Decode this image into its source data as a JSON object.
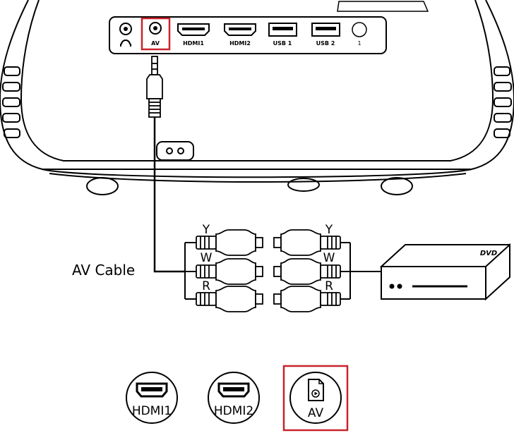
{
  "ports": {
    "headphone_icon": "headphone-icon",
    "av": "AV",
    "hdmi1": "HDMI1",
    "hdmi2": "HDMI2",
    "usb1": "USB 1",
    "usb2": "USB 2",
    "one": "1"
  },
  "cable": {
    "label": "AV Cable",
    "plug_left": [
      "Y",
      "W",
      "R"
    ],
    "plug_right": [
      "Y",
      "W",
      "R"
    ]
  },
  "dvd": {
    "label": "DVD"
  },
  "sources": [
    {
      "label": "HDMI1",
      "icon": "hdmi-icon",
      "selected": false
    },
    {
      "label": "HDMI2",
      "icon": "hdmi-icon",
      "selected": false
    },
    {
      "label": "AV",
      "icon": "av-file-icon",
      "selected": true
    }
  ],
  "colors": {
    "highlight": "#c8242b",
    "line": "#000000"
  }
}
